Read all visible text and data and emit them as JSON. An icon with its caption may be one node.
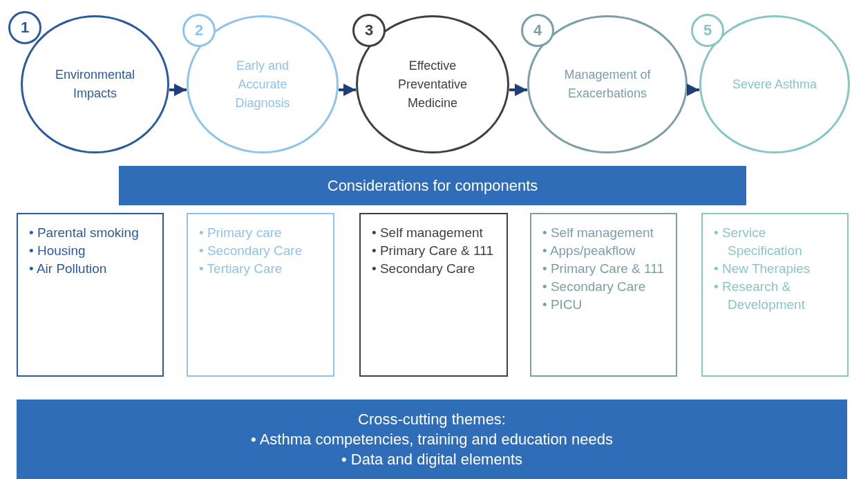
{
  "diagram": {
    "nodes": [
      {
        "text": [
          "1"
        ]
      },
      {
        "text": [
          "Environmental Impacts"
        ]
      },
      {
        "text": [
          "2"
        ]
      },
      {
        "text": [
          "Early and Accurate Diagnosis"
        ]
      },
      {
        "text": [
          "3"
        ]
      },
      {
        "text": [
          "Effective Preventative Medicine"
        ]
      },
      {
        "text": [
          "4"
        ]
      },
      {
        "text": [
          "Management of Exacerbations"
        ]
      },
      {
        "text": [
          "5"
        ]
      },
      {
        "text": [
          "Severe Asthma"
        ]
      },
      {
        "text": [
          "Considerations for components"
        ]
      },
      {
        "text": [
          "• Parental smoking",
          "• Housing",
          "• Air Pollution"
        ]
      },
      {
        "text": [
          "• Primary care",
          "• Secondary Care",
          "• Tertiary Care"
        ]
      },
      {
        "text": [
          "• Self management",
          "• Primary Care & 111",
          "• Secondary Care"
        ]
      },
      {
        "text": [
          "• Self management",
          "• Apps/peakflow",
          "• Primary Care & 111",
          "• Secondary Care",
          "• PICU"
        ]
      },
      {
        "text": [
          "• Service Specification",
          "• New Therapies",
          "• Research & Development"
        ]
      },
      {
        "text": [
          "Cross-cutting themes:",
          "• Asthma competencies, training and education needs",
          "• Data and digital elements"
        ]
      }
    ],
    "edges": [
      {
        "from": 1,
        "to": 3,
        "arrow": "to"
      },
      {
        "from": 3,
        "to": 5,
        "arrow": "to"
      },
      {
        "from": 5,
        "to": 7,
        "arrow": "to"
      },
      {
        "from": 7,
        "to": 9,
        "arrow": "to"
      }
    ]
  }
}
